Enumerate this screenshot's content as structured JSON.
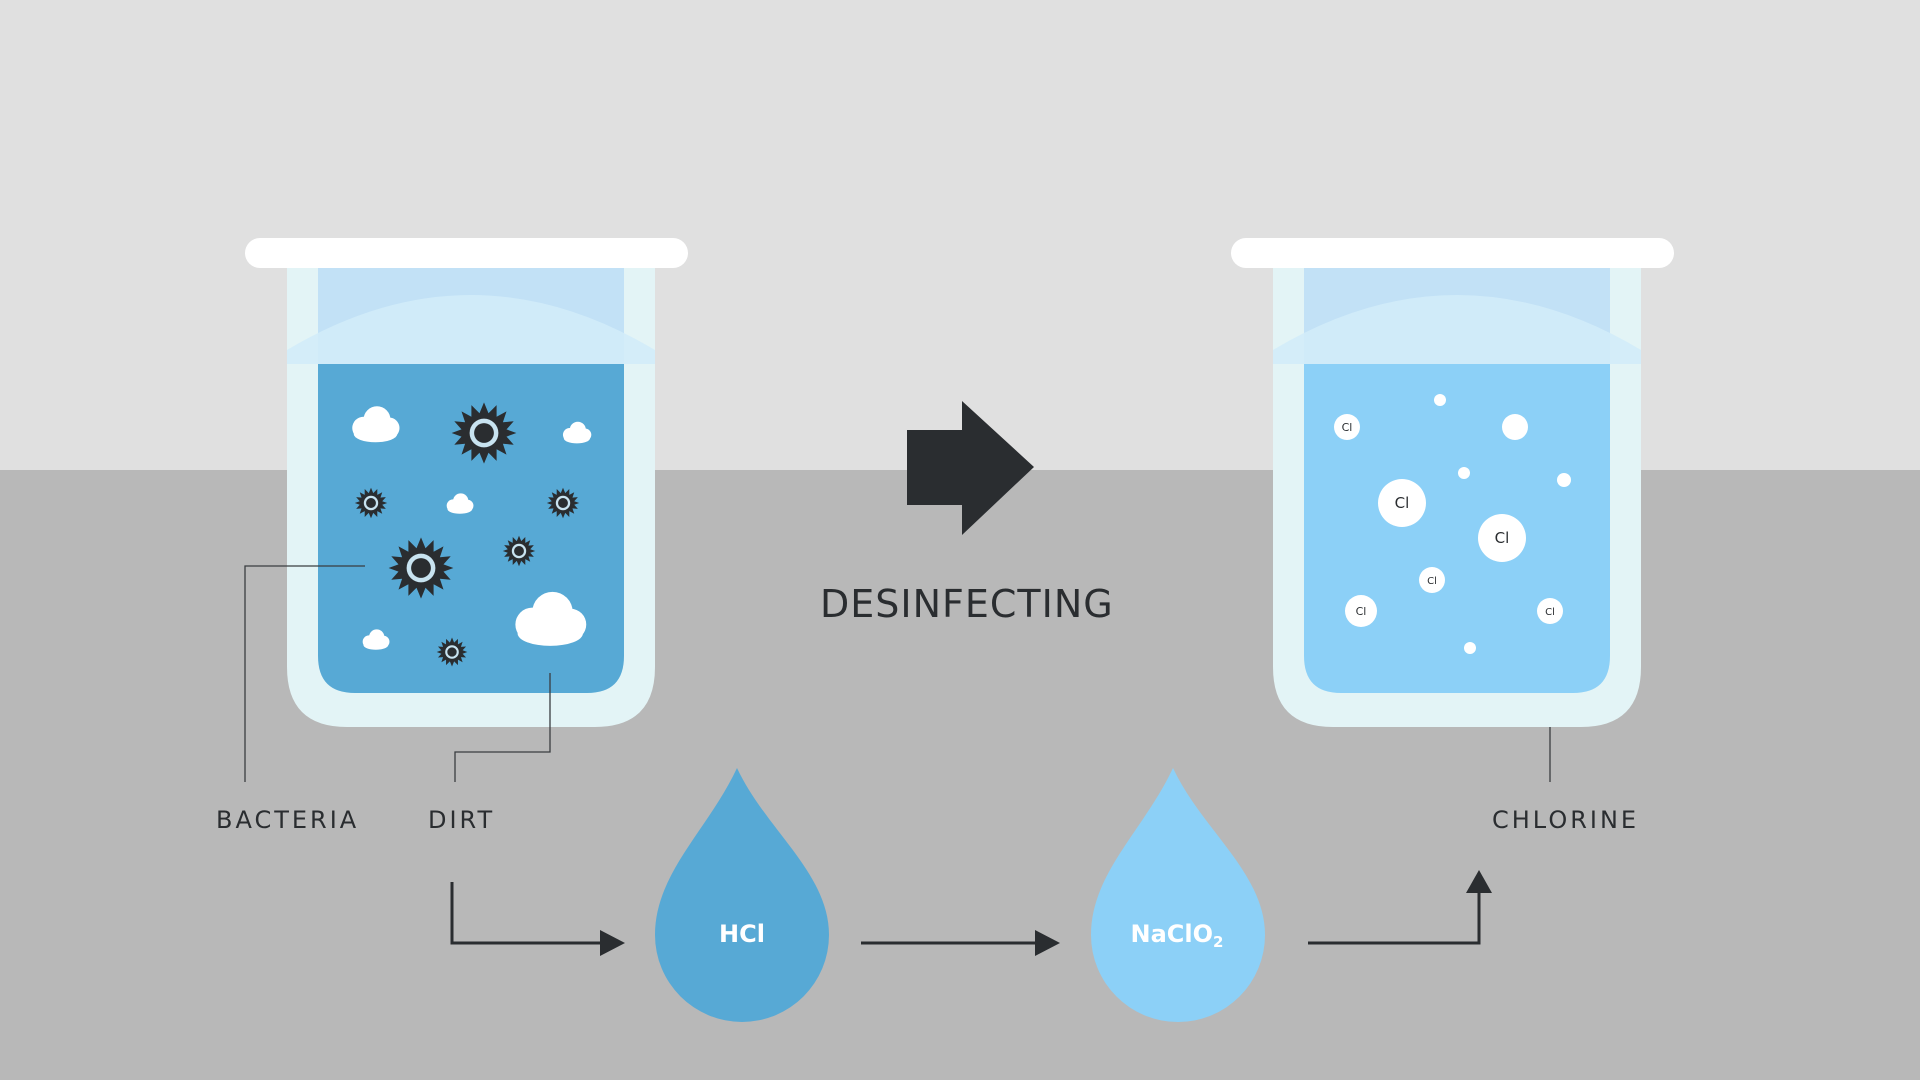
{
  "labels": {
    "bacteria": "BACTERIA",
    "dirt": "DIRT",
    "chlorine": "CHLORINE",
    "process": "DESINFECTING"
  },
  "drops": {
    "first": "HCl",
    "second_main": "NaClO",
    "second_sub": "2"
  },
  "chlorine_symbol": "Cl",
  "colors": {
    "bg_top": "#e0e0e0",
    "bg_bottom": "#b8b8b8",
    "dirty_water": "#57a9d5",
    "clean_water": "#8cd0f7",
    "glass": "#e3f4f6",
    "rim": "#ffffff",
    "dark": "#2a2d30"
  }
}
